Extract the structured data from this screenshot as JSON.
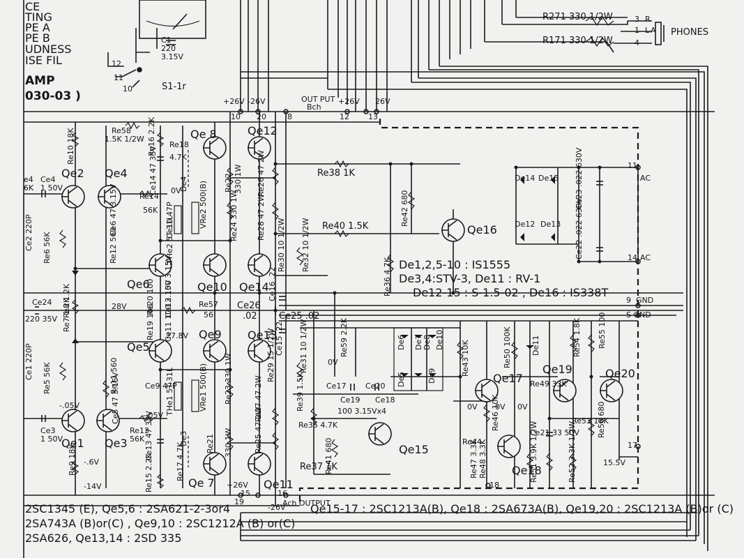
{
  "menu_fragment": [
    "CE",
    "TING",
    "PE A",
    "PE B",
    "UDNESS",
    "ISE FIL"
  ],
  "section": {
    "amp": "AMP",
    "part_no": "030-03 )"
  },
  "phones": {
    "label": "PHONES",
    "r271": "R271 330 1/2W",
    "r171": "R171 330 1/2W",
    "pin_r": "R",
    "pin_l": "L",
    "pin_a": "A",
    "pin3": "3",
    "pin1": "1",
    "pin4": "4"
  },
  "switch": {
    "c1": "C1",
    "c1_value": "220",
    "c1_volt": "3.15V",
    "s1": "S1-1r",
    "p12": "12",
    "p11": "11",
    "p10": "10"
  },
  "rails": {
    "p26v_left": "+26V",
    "m26v_left": "-26V",
    "p26v_mid": "+26V",
    "p26v_right": "26V",
    "output": "OUT PUT",
    "output_ch": "Bch",
    "pin10": "10",
    "pin20": "20",
    "pin8": "8",
    "pin12": "12",
    "pin13": "13"
  },
  "transistors": {
    "qe1": "Qe1",
    "qe2": "Qe2",
    "qe3": "Qe3",
    "qe4": "Qe4",
    "qe5": "Qe5",
    "qe6": "Qe6",
    "qe7": "Qe 7",
    "qe8": "Qe 8",
    "qe9": "Qe9",
    "qe10": "Qe10",
    "qe11": "Qe11",
    "qe12": "Qe12",
    "qe13": "Qe13",
    "qe14": "Qe14",
    "qe15": "Qe15",
    "qe16": "Qe16",
    "qe17": "Qe17",
    "qe18": "Qe18",
    "qe19": "Qe19",
    "qe20": "Qe20"
  },
  "resistors": {
    "re58": "Re58",
    "re58_val": "1.5K 1/2W",
    "re10": "Re10 18K",
    "re16": "Re16 2.2K",
    "re18": "Re18",
    "re18_val": "4.7K",
    "re22": "Re22",
    "re22_val": "330 1W",
    "re26": "Re26 47 2W",
    "re38": "Re38 1K",
    "re42": "Re42 680",
    "re14": "Re14",
    "re14_val": "56K",
    "re6": "Re6 56K",
    "re12": "Re12 560",
    "re24": "Re24 330 1W",
    "re28": "Re28 47 2W",
    "re30": "Re30 10 1/2W",
    "re32": "Re32 10 1/2W",
    "re40": "Re40 1.5K",
    "re36": "Re36 4.7K",
    "re8": "Re8 1.2K",
    "re7": "Re7 1.2K",
    "re20": "Re20 100",
    "re19": "Re19 100",
    "re57": "Re57",
    "re57_val": "56",
    "re5": "Re5 56K",
    "re11": "Re11 560",
    "re13": "Re13",
    "re13_val": "56K",
    "re9": "Re9 18K",
    "re15": "Re15 2.2K",
    "re17": "Re17 4.7K",
    "re21": "Re21",
    "re23": "Re23 330 1W",
    "re21_val": "330 1W",
    "re27": "Re27 47 2W",
    "re25": "Re25 47 2W",
    "re29": "Re29 15 1/2W",
    "re31": "Re31 10 1/2W",
    "re59": "Re59 2.2K",
    "re39": "Re39 1.5K",
    "re35": "Re35 4.7K",
    "re41": "Re41 680",
    "re37": "Re37 1K",
    "re43": "Re43 10K",
    "re50": "Re50 100K",
    "re49": "Re49 33K",
    "re46": "Re46 10K",
    "re54": "Re54 1.8K",
    "re55": "Re55 100",
    "re53": "Re53 18K",
    "re56": "Re56 680",
    "re44": "Re44",
    "re47": "Re47 3.3K",
    "re48": "Re48 3.3K",
    "re51": "Re51 3.9K 1/2W",
    "re52": "Re52 3.3K 1/2W"
  },
  "capacitors": {
    "ce14": "Ce14 47 35V",
    "ce4": "Ce4",
    "ce4_val": "1 50V",
    "e4": "e4",
    "e4_val": "6K",
    "ce6": "Ce6 47 3.15V",
    "ce10": "Ce10 47P",
    "ce2": "Ce2 220P",
    "ce24": "Ce24",
    "ce24_val": "220 35V",
    "ce12": "Ce12 100 3.15V",
    "ce11": "Ce11 100 3.15V",
    "ce26": "Ce26",
    "ce26_val": ".02",
    "ce25": "Ce25 .02",
    "ce16": "Ce16 .22",
    "ce15": "Ce15 .22",
    "ce1": "Ce1 220P",
    "ce9": "Ce9 47P",
    "ce5": "Ce5 47 3.15V",
    "ce3": "Ce3",
    "ce3_val": "1 50V",
    "ce13": "Ce13 47 35V",
    "ce17": "Ce17",
    "ce19": "Ce19",
    "ce20": "Ce20",
    "ce18": "Ce18",
    "ce19_val": "100 3.15Vx4",
    "ce21": "Ce21 33 50V",
    "ce23": "Ce23 .022 630V",
    "ce22": "Ce22 .022 630V"
  },
  "diodes": {
    "de4": "De4",
    "de3": "De3",
    "de14": "De14",
    "de15": "De15",
    "de12": "De12",
    "de13": "De13",
    "de6": "De6",
    "de7": "De7",
    "de8": "De8",
    "de9": "De9",
    "de10": "De10",
    "de5": "De5",
    "de11": "De11"
  },
  "trims": {
    "vre2": "VRe2 500(B)",
    "vre1": "VRe1 500(B)",
    "the2": "THe2 5T-31L",
    "the1": "THe1 5T-31L"
  },
  "voltages": {
    "v_05_top": "-.05V",
    "v_05_bot": "-.05V",
    "v28": "28V",
    "v278": "27.8V",
    "v6": "-.6V",
    "v14": "-14V",
    "v0": "0V",
    "v0b": "0V",
    "v0c": "0V",
    "v0d": "0V",
    "v0e": "0V",
    "v155": "15.5V",
    "v26b": "-26V",
    "v26c": "+26V"
  },
  "terminals": {
    "ac1": "AC",
    "ac2": "AC",
    "t11": "11",
    "t14": "14",
    "gnd": "GND",
    "sgnd": "S GND",
    "t9": "9",
    "t15": "15",
    "t17": "17",
    "t19": "19",
    "t16": "16",
    "t18": "18",
    "ach_out": "Ach OUTPUT"
  },
  "notes": {
    "d1": "De1,2,5-10 : IS1555",
    "d2": "De3,4:STV-3,  De11 : RV-1",
    "d3": "De12-15 : S-1.5-02 , De16 : IS338T"
  },
  "footer": {
    "line1": "2SC1345 (E), Qe5,6 : 2SA621-2-3or4",
    "line2": "2SA743A (B)or(C) , Qe9,10 : 2SC1212A (B) or(C)",
    "line3": "2SA626, Qe13,14 : 2SD 335",
    "tr_note": "Qe15-17 : 2SC1213A(B), Qe18 : 2SA673A(B), Qe19,20 : 2SC1213A (B)or (C)"
  }
}
